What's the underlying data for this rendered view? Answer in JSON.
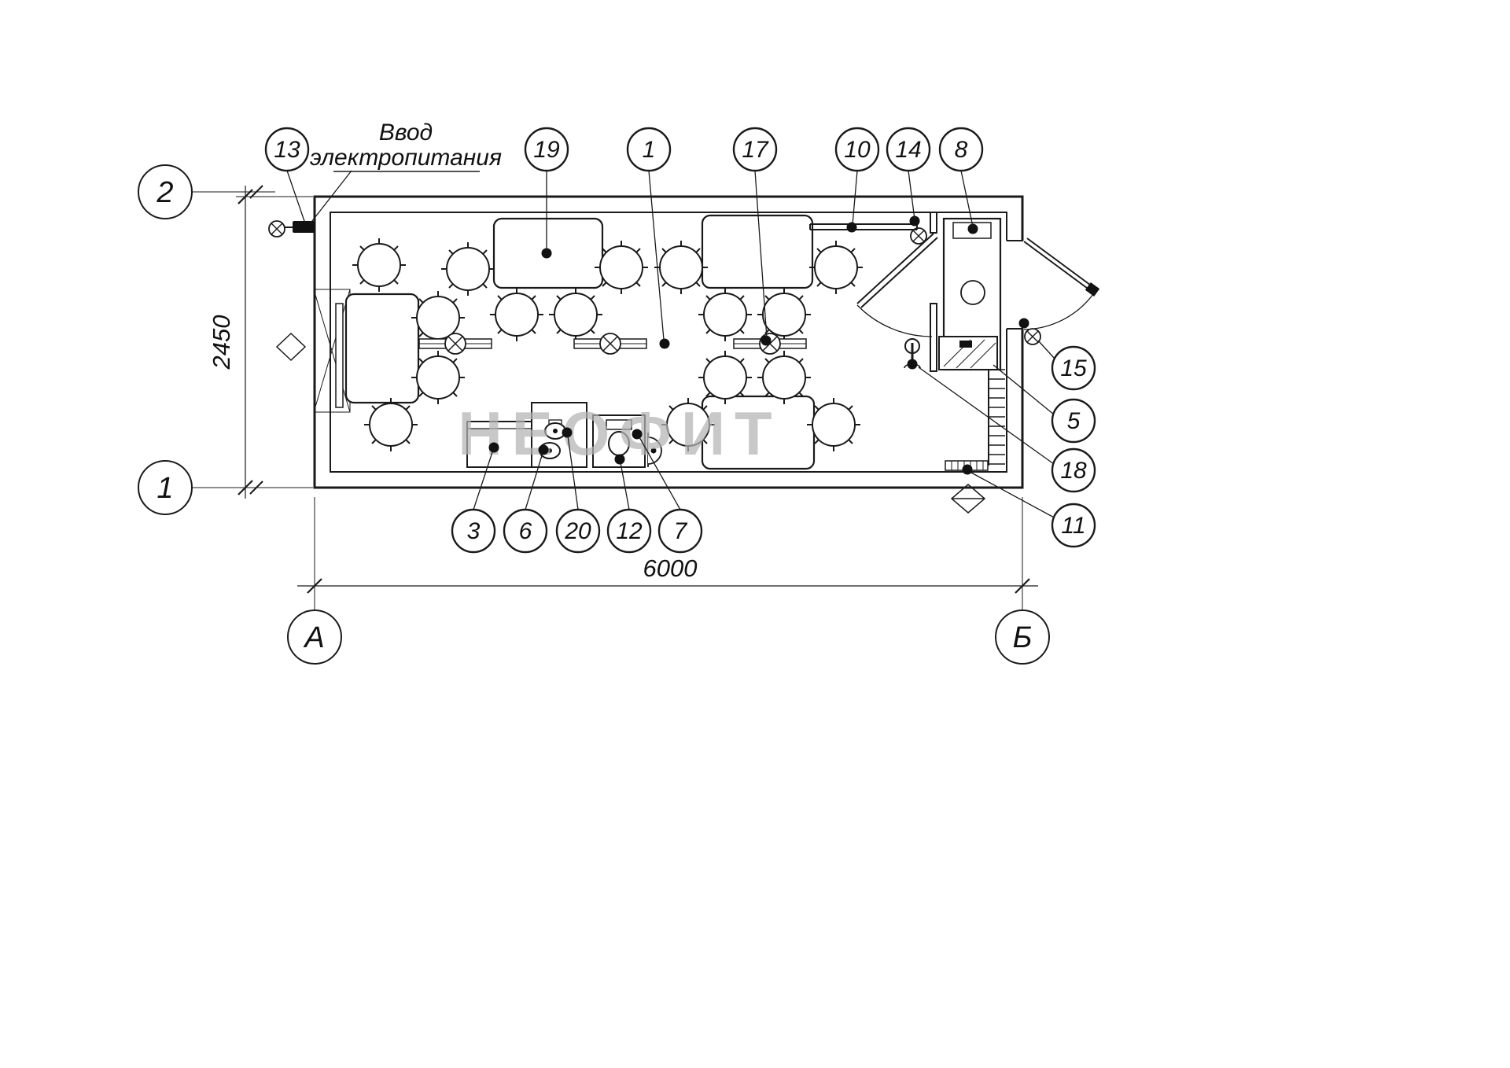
{
  "drawing": {
    "note_power": {
      "line1": "Ввод",
      "line2": "электропитания"
    },
    "watermark": "НЕОФИТ",
    "axes": {
      "row2": "2",
      "row1": "1",
      "colA": "А",
      "colB": "Б"
    },
    "dims": {
      "width": "6000",
      "depth": "2450"
    },
    "callouts": {
      "c1": "1",
      "c3": "3",
      "c5": "5",
      "c6": "6",
      "c7": "7",
      "c8": "8",
      "c10": "10",
      "c11": "11",
      "c12": "12",
      "c13": "13",
      "c14": "14",
      "c15": "15",
      "c17": "17",
      "c18": "18",
      "c19": "19",
      "c20": "20"
    }
  }
}
